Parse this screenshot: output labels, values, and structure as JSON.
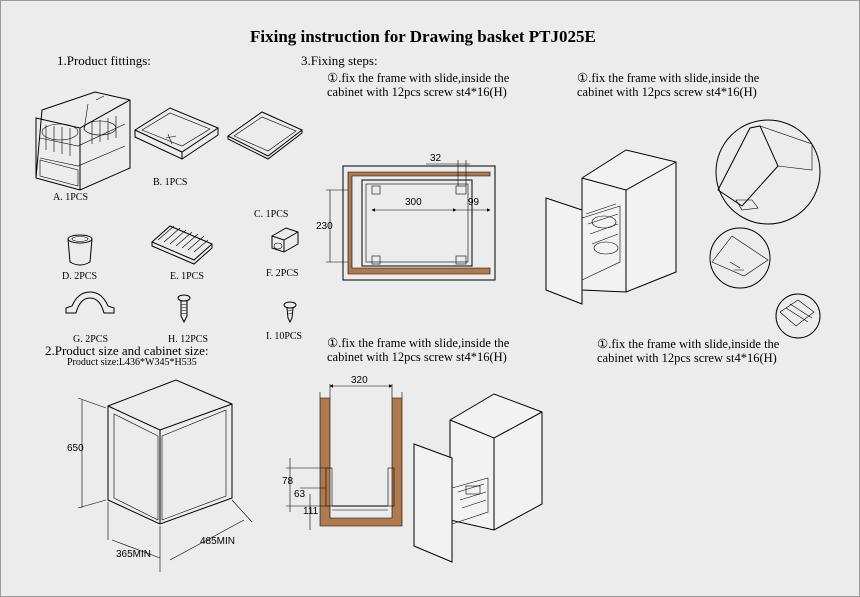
{
  "title": "Fixing instruction for Drawing basket PTJ025E",
  "fittings": {
    "heading": "1.Product fittings:",
    "items": [
      {
        "label": "A. 1PCS"
      },
      {
        "label": "B. 1PCS"
      },
      {
        "label": "C. 1PCS"
      },
      {
        "label": "D. 2PCS"
      },
      {
        "label": "E. 1PCS"
      },
      {
        "label": "F. 2PCS"
      },
      {
        "label": "G. 2PCS"
      },
      {
        "label": "H. 12PCS"
      },
      {
        "label": "I. 10PCS"
      }
    ]
  },
  "size": {
    "heading": "2.Product size and cabinet size:",
    "product_size": "Product size:L436*W345*H535",
    "height": "650",
    "width_min": "365MIN",
    "depth_min": "485MIN"
  },
  "steps": {
    "heading": "3.Fixing steps:",
    "step_text_1": "①.fix the frame with slide,inside the",
    "step_text_2": "cabinet with 12pcs screw st4*16(H)"
  },
  "diagram_top": {
    "dim_32": "32",
    "dim_300": "300",
    "dim_99": "99",
    "dim_230": "230"
  },
  "diagram_front": {
    "dim_320": "320",
    "dim_78": "78",
    "dim_63": "63",
    "dim_111": "111"
  }
}
